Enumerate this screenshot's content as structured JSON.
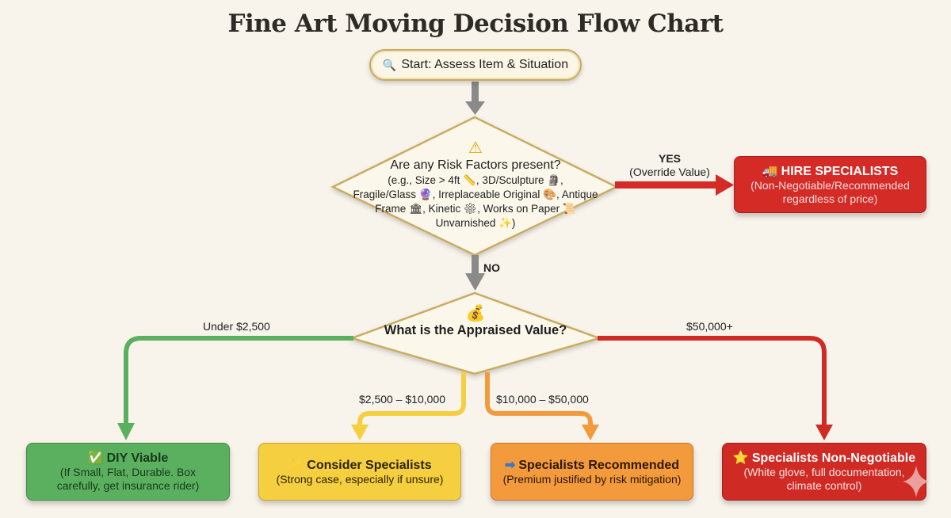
{
  "title": "Fine Art Moving Decision Flow Chart",
  "start": {
    "icon": "🔍",
    "label": "Start: Assess Item & Situation"
  },
  "decision_risk": {
    "icon": "⚠",
    "question": "Are any Risk Factors present?",
    "examples_line1": "(e.g., Size > 4ft 📏, 3D/Sculpture 🗿,",
    "examples_line2": "Fragile/Glass 🔮, Irreplaceable Original 🎨, Antique",
    "examples_line3": "Frame 🏛, Kinetic ⚙, Works on Paper 📜",
    "examples_line4": "Unvarnished ✨)"
  },
  "edge_yes": {
    "line1": "YES",
    "line2": "(Override Value)"
  },
  "edge_no": {
    "label": "NO"
  },
  "hire": {
    "icon": "🚚",
    "heading": "HIRE SPECIALISTS",
    "line1": "(Non-Negotiable/Recommended",
    "line2": "regardless of price)"
  },
  "decision_value": {
    "icon": "💰",
    "question": "What is the Appraised Value?"
  },
  "edges_value": [
    {
      "label": "Under $2,500",
      "color": "#5bb060"
    },
    {
      "label": "$2,500 – $10,000",
      "color": "#f5cf3f"
    },
    {
      "label": "$10,000 – $50,000",
      "color": "#f39a3d"
    },
    {
      "label": "$50,000+",
      "color": "#d02a24"
    }
  ],
  "outcomes": [
    {
      "icon": "✅",
      "heading": "DIY Viable",
      "line1": "(If Small, Flat, Durable. Box",
      "line2": "carefully, get insurance rider)",
      "color": "#5bb060"
    },
    {
      "icon": "✨",
      "heading": "Consider Specialists",
      "line1": "(Strong case, especially if unsure)",
      "line2": "",
      "color": "#f5cf3f"
    },
    {
      "icon": "➡",
      "heading": "Specialists Recommended",
      "line1": "(Premium justified by risk mitigation)",
      "line2": "",
      "color": "#f39a3d"
    },
    {
      "icon": "⭐",
      "heading": "Specialists Non-Negotiable",
      "line1": "(White glove, full documentation,",
      "line2": "climate control)",
      "color": "#d02a24"
    }
  ],
  "colors": {
    "background": "#f8f4ec",
    "diamond_fill": "#fbf7ea",
    "diamond_border": "#c9ac62",
    "gray_arrow": "#8a8a8a",
    "red": "#d42b27"
  }
}
